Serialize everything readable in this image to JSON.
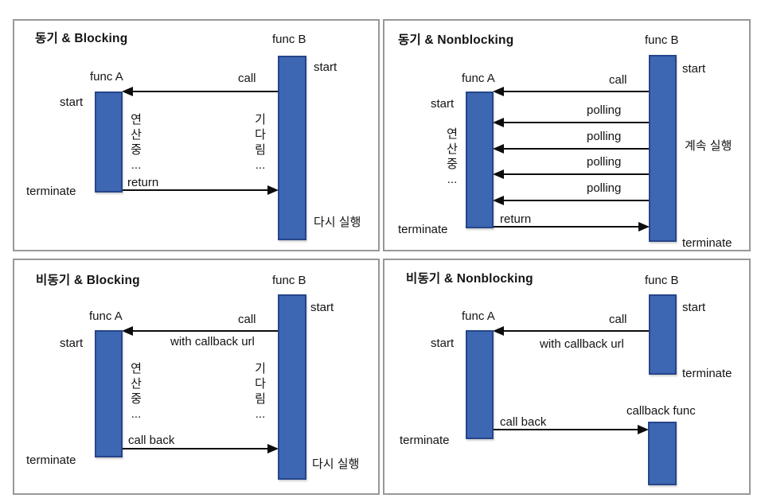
{
  "colors": {
    "bar_fill": "#3d67b2",
    "bar_border": "#26458a",
    "arrow": "#0d0d0d",
    "panel_border": "#989898",
    "text": "#141414",
    "background": "#ffffff"
  },
  "panels": [
    {
      "title": "동기 & Blocking",
      "funcA": "func A",
      "funcB": "func B",
      "startA": "start",
      "startB": "start",
      "terminateA": "terminate",
      "call": "call",
      "return": "return",
      "computing": "연\n산\n중\n...",
      "waiting": "기\n다\n림\n...",
      "resume": "다시 실행"
    },
    {
      "title": "동기 & Nonblocking",
      "funcA": "func A",
      "funcB": "func B",
      "startA": "start",
      "startB": "start",
      "terminateA": "terminate",
      "terminateB": "terminate",
      "call": "call",
      "polling": [
        "polling",
        "polling",
        "polling",
        "polling"
      ],
      "return": "return",
      "computing": "연\n산\n중\n...",
      "keepRunning": "계속 실행"
    },
    {
      "title": "비동기 & Blocking",
      "funcA": "func A",
      "funcB": "func B",
      "startA": "start",
      "startB": "start",
      "terminateA": "terminate",
      "call": "call",
      "callNote": "with callback url",
      "callback": "call back",
      "computing": "연\n산\n중\n...",
      "waiting": "기\n다\n림\n...",
      "resume": "다시 실행"
    },
    {
      "title": "비동기 & Nonblocking",
      "funcA": "func A",
      "funcB": "func B",
      "callbackFunc": "callback func",
      "startA": "start",
      "startB": "start",
      "terminateA": "terminate",
      "terminateB": "terminate",
      "call": "call",
      "callNote": "with callback url",
      "callback": "call back"
    }
  ]
}
